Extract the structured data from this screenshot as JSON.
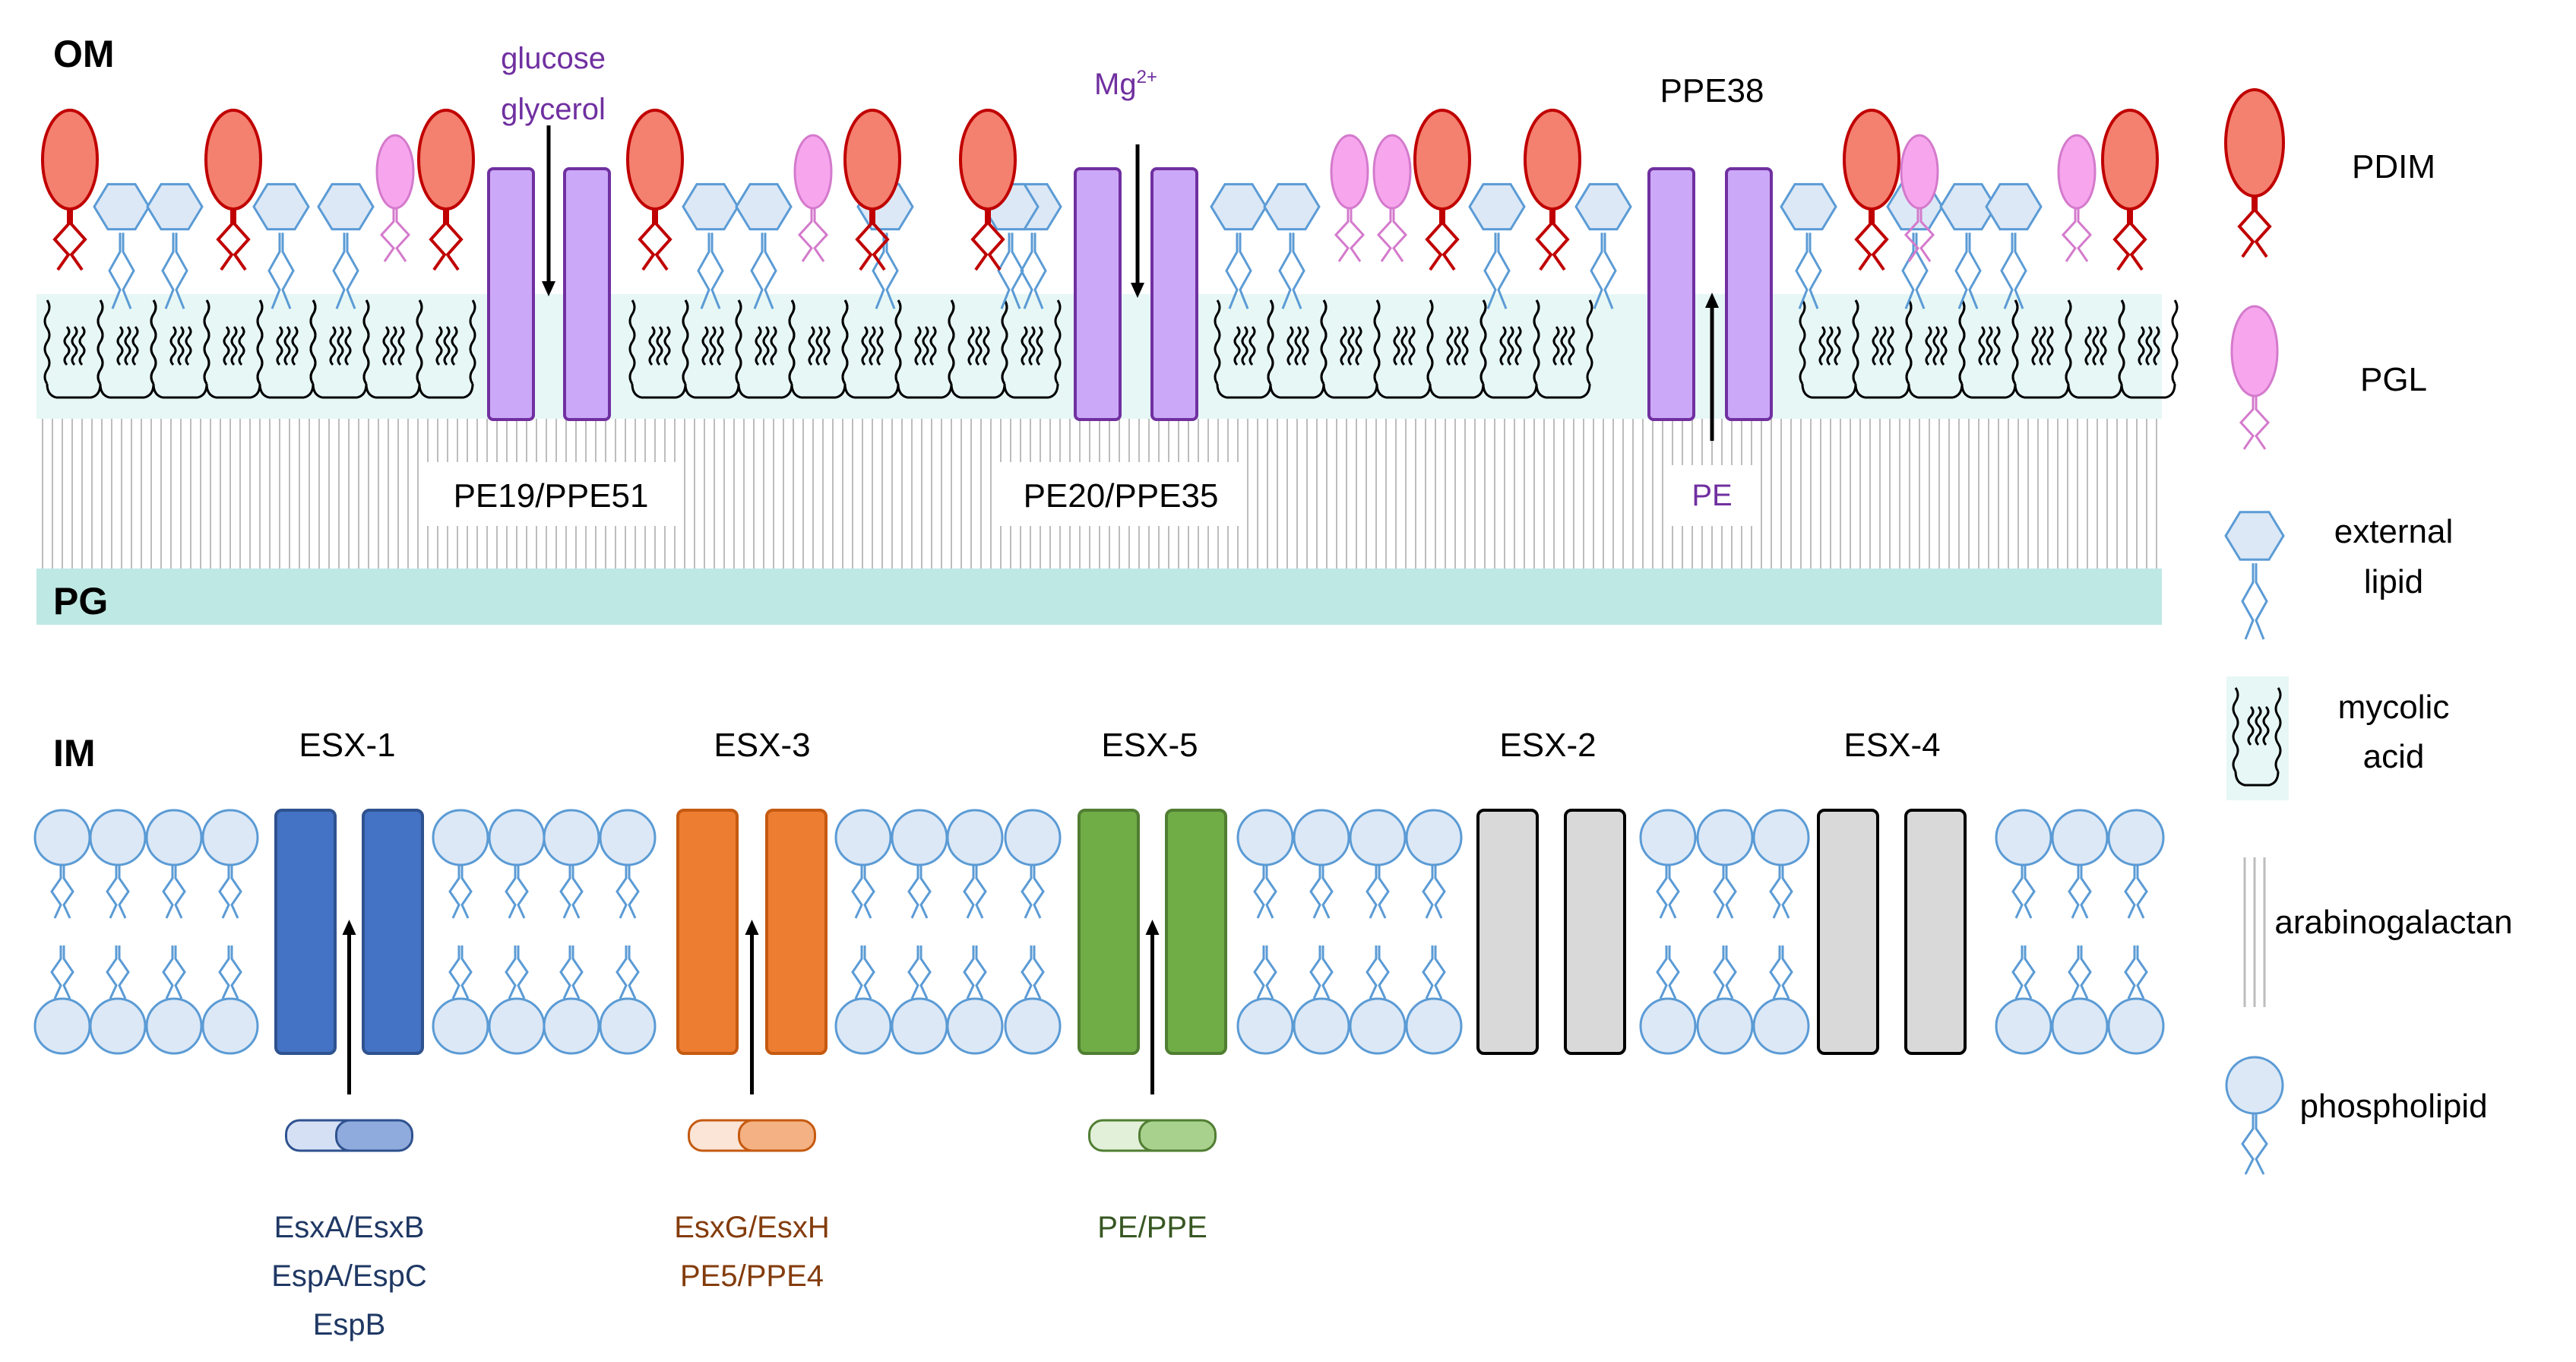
{
  "labels": {
    "om": "OM",
    "pg": "PG",
    "im": "IM",
    "glucose": "glucose",
    "glycerol": "glycerol",
    "mg_base": "Mg",
    "mg_sup": "2+",
    "ppe38": "PPE38",
    "pe19_ppe51": "PE19/PPE51",
    "pe20_ppe35": "PE20/PPE35",
    "pe": "PE"
  },
  "systems": [
    {
      "name": "ESX-1",
      "color": "#4472C4",
      "border": "#2F528F",
      "substrate_lines": [
        "EsxA/EsxB",
        "EspA/EspC",
        "EspB"
      ],
      "text_color": "#1F3864",
      "sub_light": "#D6E0F5",
      "sub_dark": "#8FAADC",
      "sub_border": "#2F528F"
    },
    {
      "name": "ESX-3",
      "color": "#ED7D31",
      "border": "#C55A11",
      "substrate_lines": [
        "EsxG/EsxH",
        "PE5/PPE4"
      ],
      "text_color": "#843C0C",
      "sub_light": "#FBE5D6",
      "sub_dark": "#F4B183",
      "sub_border": "#C55A11"
    },
    {
      "name": "ESX-5",
      "color": "#70AD47",
      "border": "#507E32",
      "substrate_lines": [
        "PE/PPE"
      ],
      "text_color": "#385723",
      "sub_light": "#E2F0D9",
      "sub_dark": "#A9D18E",
      "sub_border": "#507E32"
    },
    {
      "name": "ESX-2",
      "color": "#D9D9D9",
      "border": "#000000",
      "substrate_lines": []
    },
    {
      "name": "ESX-4",
      "color": "#D9D9D9",
      "border": "#000000",
      "substrate_lines": []
    }
  ],
  "legend": [
    {
      "icon": "pdim-icon",
      "lines": [
        "PDIM"
      ]
    },
    {
      "icon": "pgl-icon",
      "lines": [
        "PGL"
      ]
    },
    {
      "icon": "external-lipid-icon",
      "lines": [
        "external",
        "lipid"
      ]
    },
    {
      "icon": "mycolic-acid-icon",
      "lines": [
        "mycolic",
        "acid"
      ]
    },
    {
      "icon": "arabinogalactan-icon",
      "lines": [
        "arabinogalactan"
      ]
    },
    {
      "icon": "phospholipid-icon",
      "lines": [
        "phospholipid"
      ]
    }
  ],
  "colors": {
    "pdim_fill": "#F4806F",
    "pdim_stroke": "#C00000",
    "pgl_fill": "#F7A6EE",
    "pgl_stroke": "#D47ACC",
    "lipid_fill": "#DCE8F6",
    "lipid_stroke": "#5B9BD5",
    "mycolic_band": "#E6F7F5",
    "pg_band": "#BEE8E4",
    "porin_fill": "#CCA8F8",
    "porin_stroke": "#7030A0",
    "purple_text": "#7030A0"
  }
}
